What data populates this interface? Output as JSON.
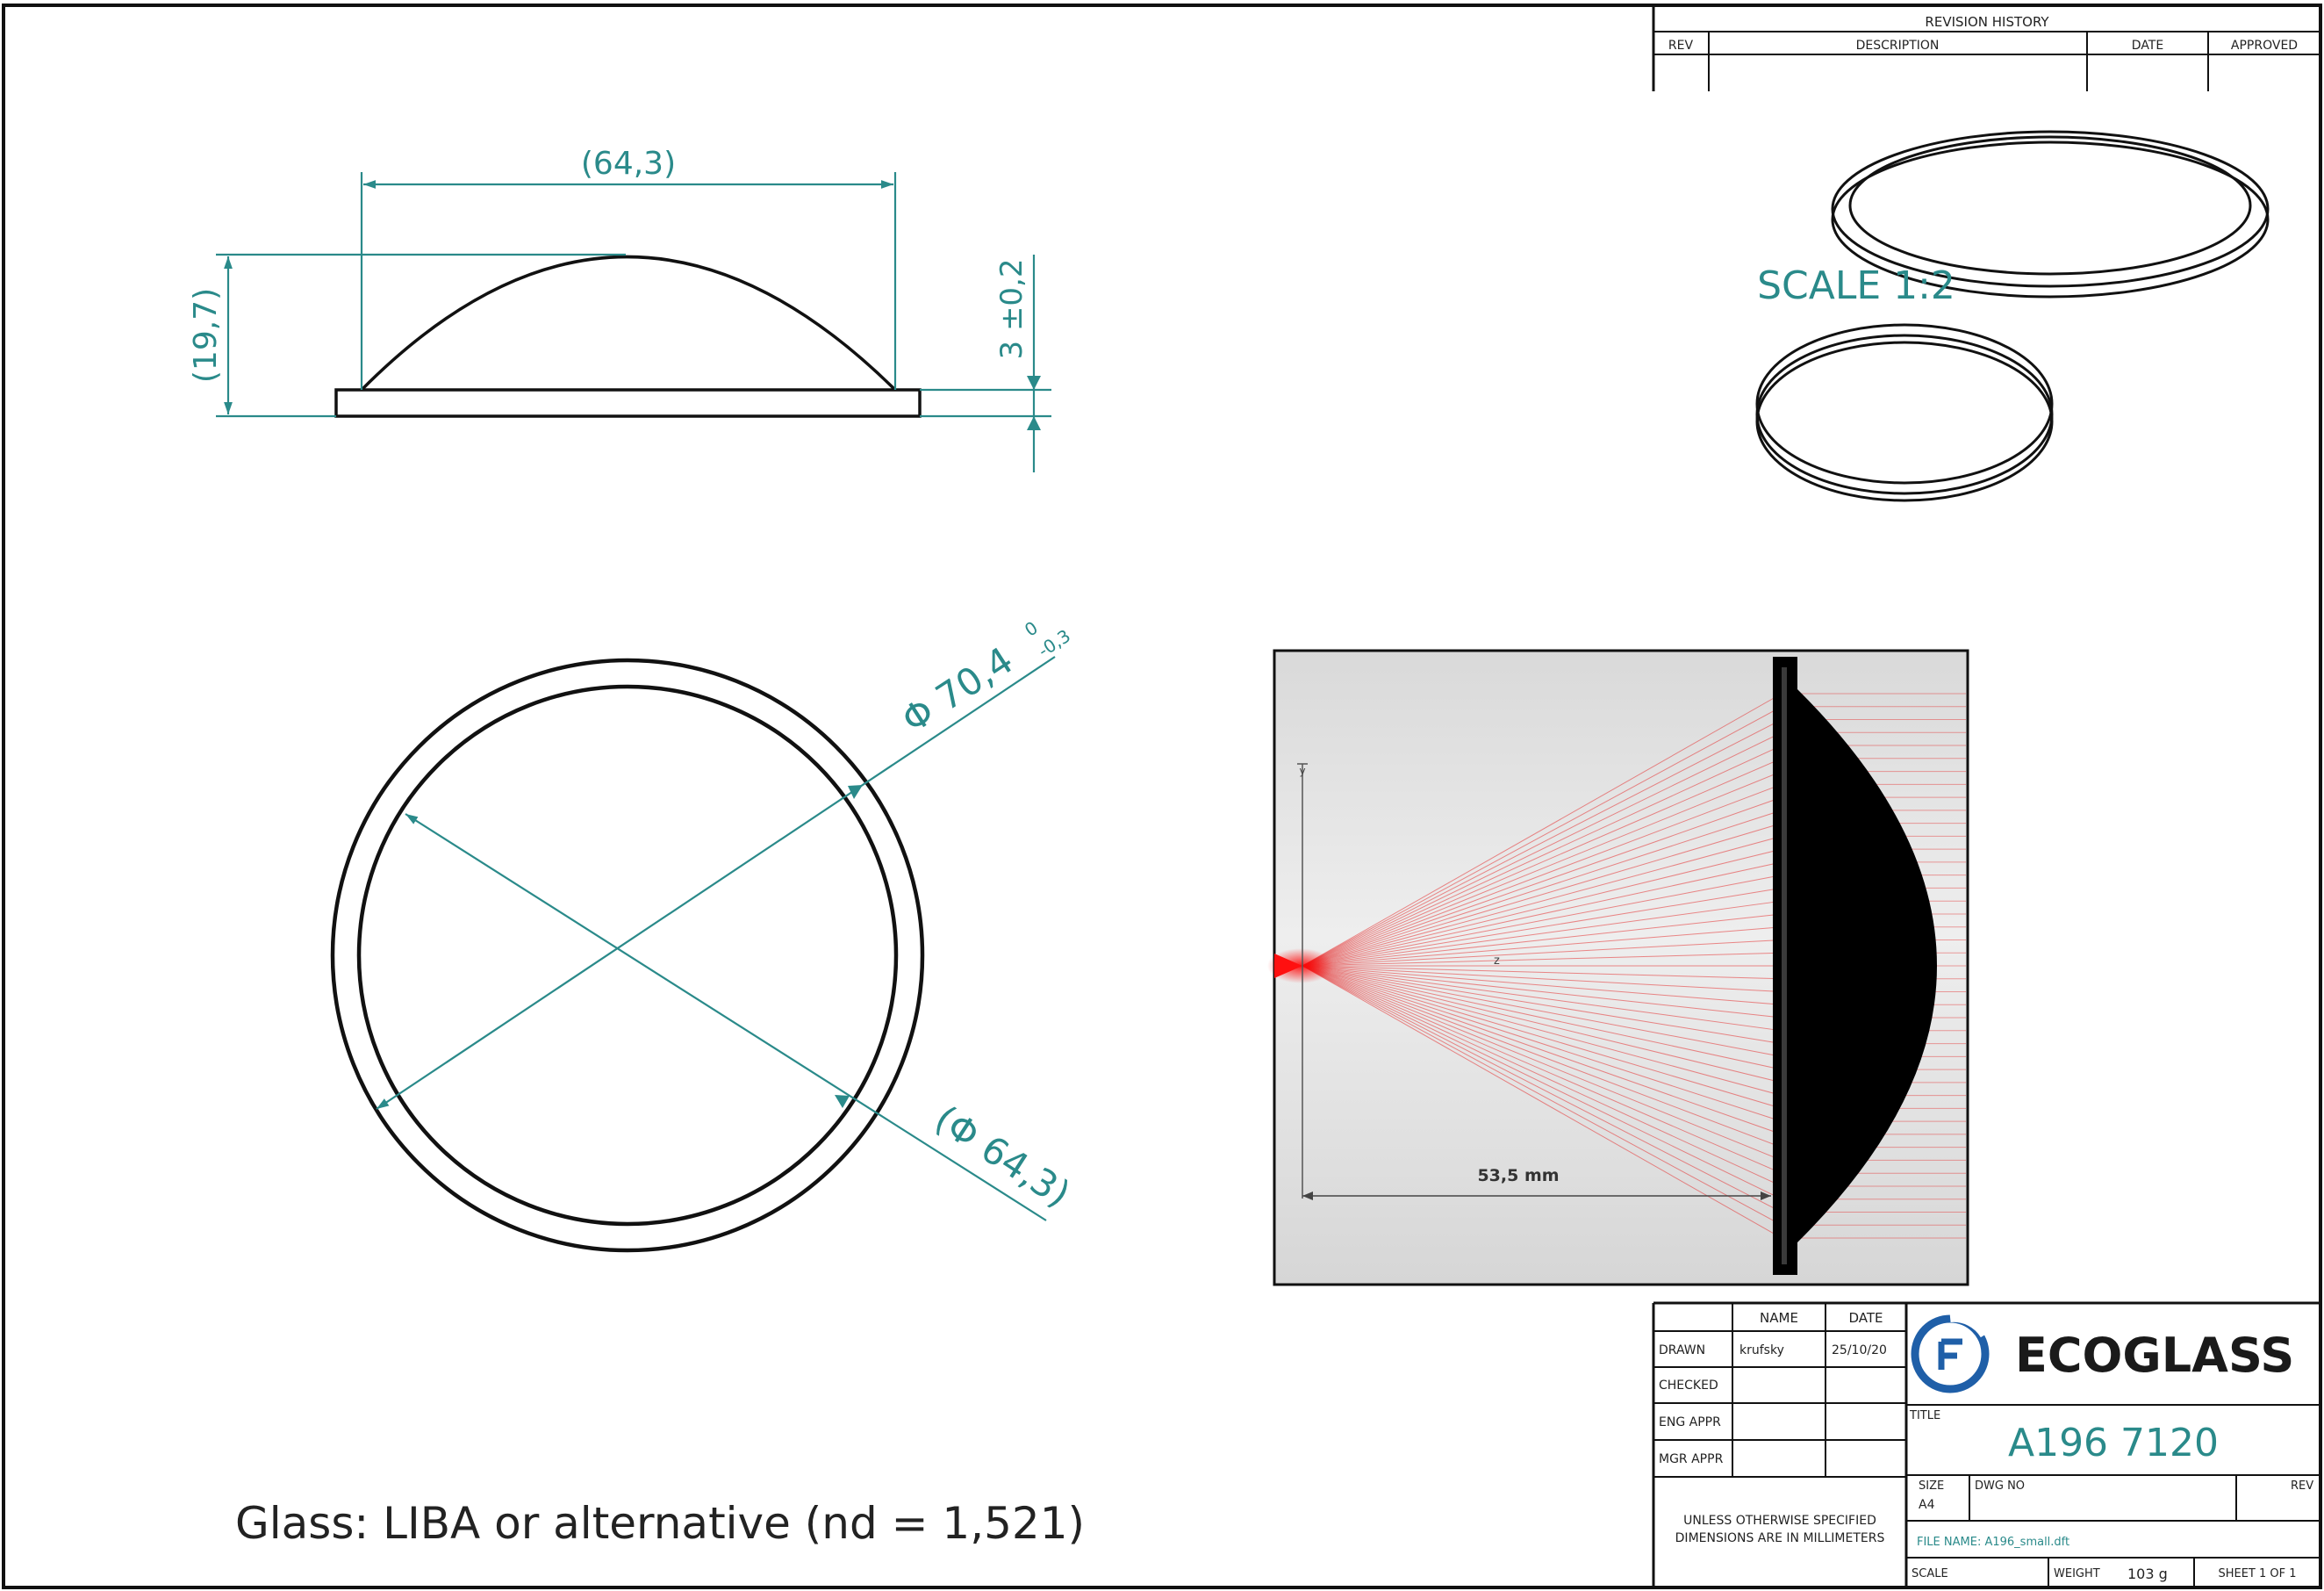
{
  "revision_history": {
    "title": "REVISION HISTORY",
    "columns": [
      "REV",
      "DESCRIPTION",
      "DATE",
      "APPROVED"
    ]
  },
  "side_view": {
    "width_dim": "(64,3)",
    "height_dim": "(19,7)",
    "flange_dim": "3 ±0,2"
  },
  "iso_view": {
    "scale_label": "SCALE 1:2"
  },
  "top_view": {
    "outer_dia": "Φ 70,4",
    "outer_tol_upper": "0",
    "outer_tol_lower": "-0,3",
    "inner_dia": "(Φ 64,3)"
  },
  "ray_trace": {
    "distance_label": "53,5 mm",
    "axis_y": "y",
    "axis_z": "z",
    "colors": {
      "ray": "#e53030",
      "lens": "#000000"
    }
  },
  "note": "Glass: LIBA or alternative (nd = 1,521)",
  "title_block": {
    "headers": {
      "name": "NAME",
      "date": "DATE"
    },
    "rows": [
      {
        "label": "DRAWN",
        "name": "krufsky",
        "date": "25/10/20"
      },
      {
        "label": "CHECKED",
        "name": "",
        "date": ""
      },
      {
        "label": "ENG APPR",
        "name": "",
        "date": ""
      },
      {
        "label": "MGR APPR",
        "name": "",
        "date": ""
      }
    ],
    "tolerance_note_1": "UNLESS OTHERWISE SPECIFIED",
    "tolerance_note_2": "DIMENSIONS ARE IN MILLIMETERS",
    "logo_text": "ECOGLASS",
    "title_label": "TITLE",
    "title": "A196 7120",
    "size_label": "SIZE",
    "size": "A4",
    "dwg_no_label": "DWG NO",
    "rev_label": "REV",
    "file_name": "FILE NAME: A196_small.dft",
    "scale_label": "SCALE",
    "weight_label": "WEIGHT",
    "weight": "103 g",
    "sheet": "SHEET 1 OF 1",
    "colors": {
      "logo_blue": "#1f5fa8",
      "logo_dark": "#1a1a1a"
    }
  }
}
